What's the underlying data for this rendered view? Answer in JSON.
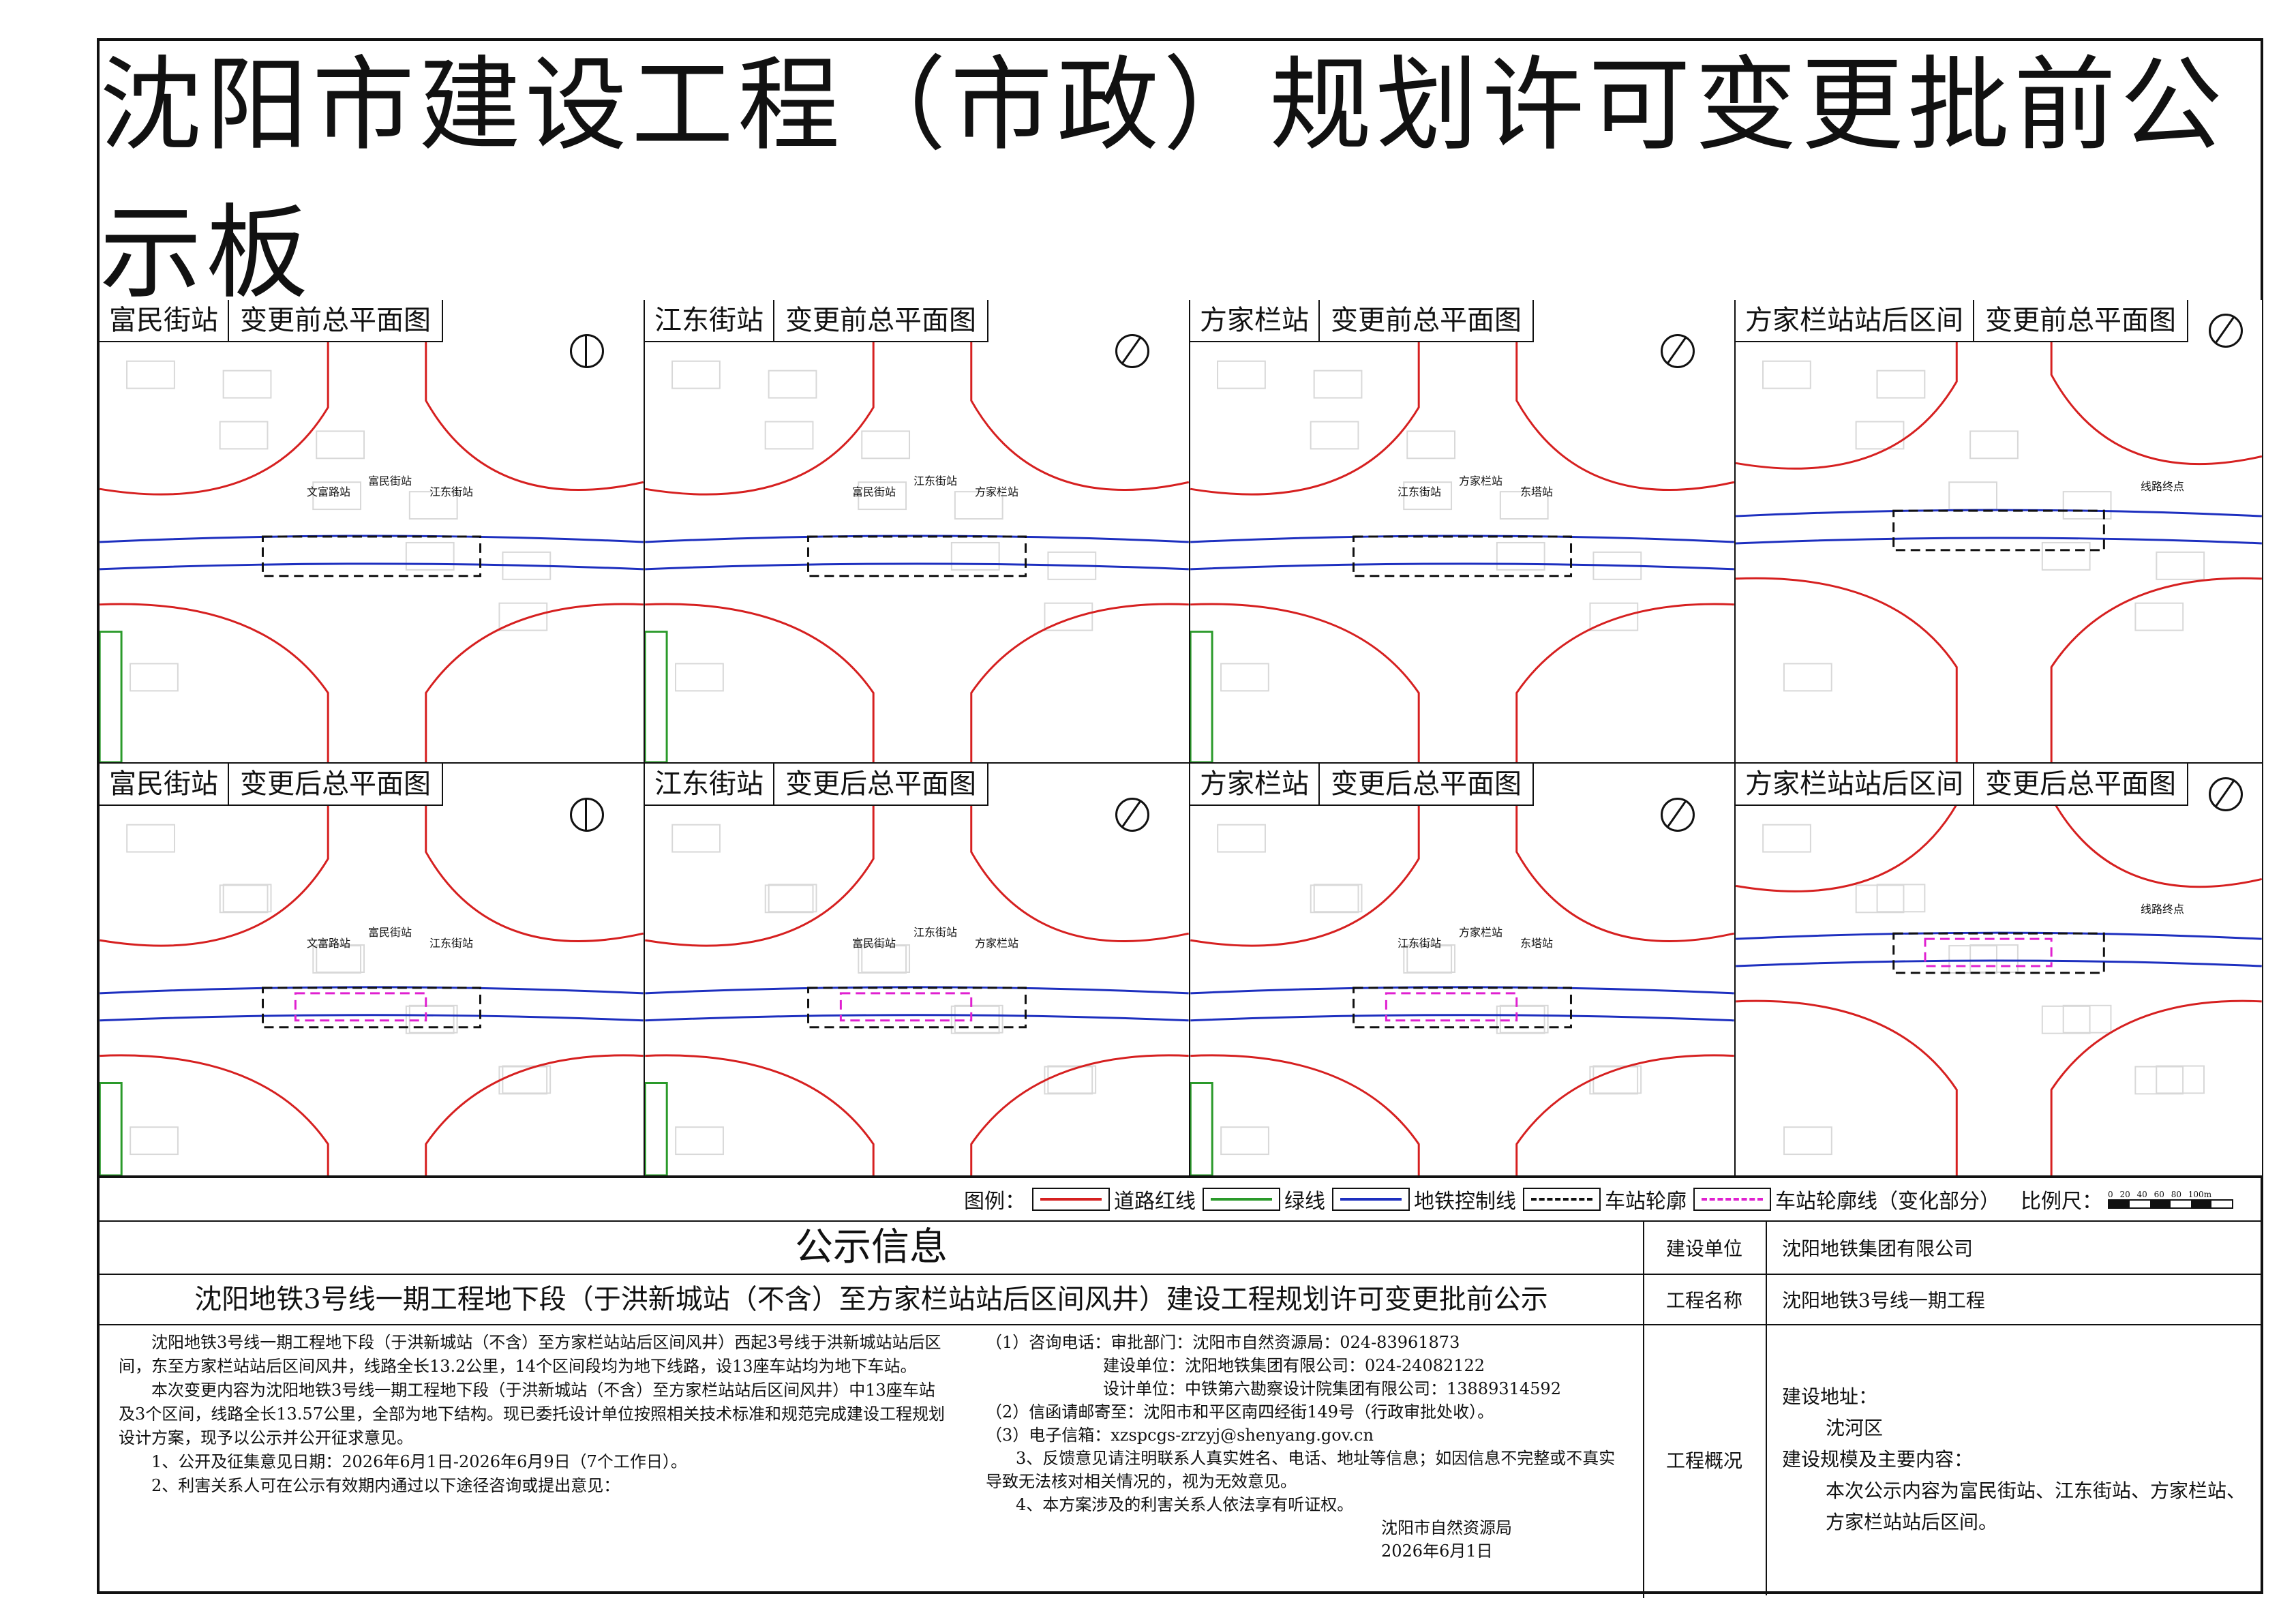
{
  "title": "沈阳市建设工程（市政）规划许可变更批前公示板",
  "panels": [
    {
      "station": "富民街站",
      "subtitle": "变更前总平面图",
      "labels": [
        "文富路站",
        "富民街站",
        "江东街站"
      ]
    },
    {
      "station": "江东街站",
      "subtitle": "变更前总平面图",
      "labels": [
        "富民街站",
        "江东街站",
        "方家栏站"
      ]
    },
    {
      "station": "方家栏站",
      "subtitle": "变更前总平面图",
      "labels": [
        "江东街站",
        "方家栏站",
        "东塔站"
      ]
    },
    {
      "station": "方家栏站站后区间",
      "subtitle": "变更前总平面图",
      "labels": [
        "线路终点"
      ]
    },
    {
      "station": "富民街站",
      "subtitle": "变更后总平面图",
      "labels": [
        "文富路站",
        "富民街站",
        "江东街站"
      ]
    },
    {
      "station": "江东街站",
      "subtitle": "变更后总平面图",
      "labels": [
        "富民街站",
        "江东街站",
        "方家栏站"
      ]
    },
    {
      "station": "方家栏站",
      "subtitle": "变更后总平面图",
      "labels": [
        "江东街站",
        "方家栏站",
        "东塔站"
      ]
    },
    {
      "station": "方家栏站站后区间",
      "subtitle": "变更后总平面图",
      "labels": [
        "线路终点"
      ]
    }
  ],
  "legend": {
    "label": "图例：",
    "items": [
      {
        "name": "道路红线",
        "color": "#d62020",
        "dash": false
      },
      {
        "name": "绿线",
        "color": "#2a9a2a",
        "dash": false
      },
      {
        "name": "地铁控制线",
        "color": "#1d2fbf",
        "dash": false
      },
      {
        "name": "车站轮廓",
        "color": "#111111",
        "dash": true
      },
      {
        "name": "车站轮廓线（变化部分）",
        "color": "#e020d0",
        "dash": true
      }
    ],
    "scale_label": "比例尺：",
    "scale_ticks": "0 20 40 60 80 100m"
  },
  "info": {
    "header": "公示信息",
    "project_title": "沈阳地铁3号线一期工程地下段（于洪新城站（不含）至方家栏站站后区间风井）建设工程规划许可变更批前公示",
    "left_paragraphs": [
      "沈阳地铁3号线一期工程地下段（于洪新城站（不含）至方家栏站站后区间风井）西起3号线于洪新城站站后区间，东至方家栏站站后区间风井，线路全长13.2公里，14个区间段均为地下线路，设13座车站均为地下车站。",
      "本次变更内容为沈阳地铁3号线一期工程地下段（于洪新城站（不含）至方家栏站站后区间风井）中13座车站及3个区间，线路全长13.57公里，全部为地下结构。现已委托设计单位按照相关技术标准和规范完成建设工程规划设计方案，现予以公示并公开征求意见。",
      "1、公开及征集意见日期：2026年6月1日-2026年6月9日（7个工作日）。",
      "2、利害关系人可在公示有效期内通过以下途径咨询或提出意见："
    ],
    "right_paragraphs": [
      "（1）咨询电话：审批部门：沈阳市自然资源局：024-83961873",
      "建设单位：沈阳地铁集团有限公司：024-24082122",
      "设计单位：中铁第六勘察设计院集团有限公司：13889314592",
      "（2）信函请邮寄至：沈阳市和平区南四经街149号（行政审批处收）。",
      "（3）电子信箱：xzspcgs-zrzyj@shenyang.gov.cn",
      "3、反馈意见请注明联系人真实姓名、电话、地址等信息；如因信息不完整或不真实导致无法核对相关情况的，视为无效意见。",
      "4、本方案涉及的利害关系人依法享有听证权。",
      "沈阳市自然资源局",
      "2026年6月1日"
    ],
    "table": {
      "unit_label": "建设单位",
      "unit": "沈阳地铁集团有限公司",
      "name_label": "工程名称",
      "name": "沈阳地铁3号线一期工程",
      "overview_label": "工程概况",
      "address_label": "建设地址：",
      "address": "沈河区",
      "scope_label": "建设规模及主要内容：",
      "scope": "本次公示内容为富民街站、江东街站、方家栏站、方家栏站站后区间。"
    }
  }
}
